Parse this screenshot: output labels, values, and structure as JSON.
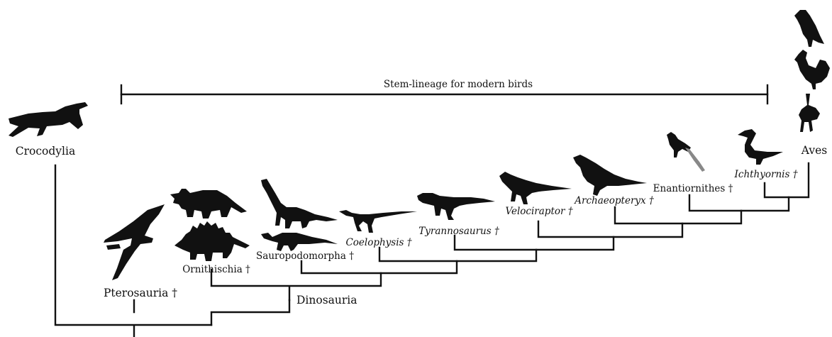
{
  "stem_label": "Stem-lineage for modern birds",
  "taxa": {
    "crocodylia": "Crocodylia",
    "pterosauria": "Pterosauria †",
    "dinosauria": "Dinosauria",
    "ornithischia": "Ornithischia †",
    "sauropodomorpha": "Sauropodomorpha †",
    "coelophysis": "Coelophysis †",
    "tyrannosaurus": "Tyrannosaurus †",
    "velociraptor": "Velociraptor †",
    "archaeopteryx": "Archaeopteryx †",
    "enantiornithes": "Enantiornithes †",
    "ichthyornis": "Ichthyornis †",
    "aves": "Aves"
  },
  "silhouettes": [
    "crocodile-icon",
    "pterosaur-icon",
    "triceratops-icon",
    "stegosaurus-icon",
    "brachiosaurus-icon",
    "plateosaurus-icon",
    "coelophysis-icon",
    "tyrannosaurus-icon",
    "velociraptor-icon",
    "archaeopteryx-icon",
    "enantiornithine-icon",
    "ichthyornis-icon",
    "crow-icon",
    "rooster-icon",
    "ostrich-icon"
  ]
}
